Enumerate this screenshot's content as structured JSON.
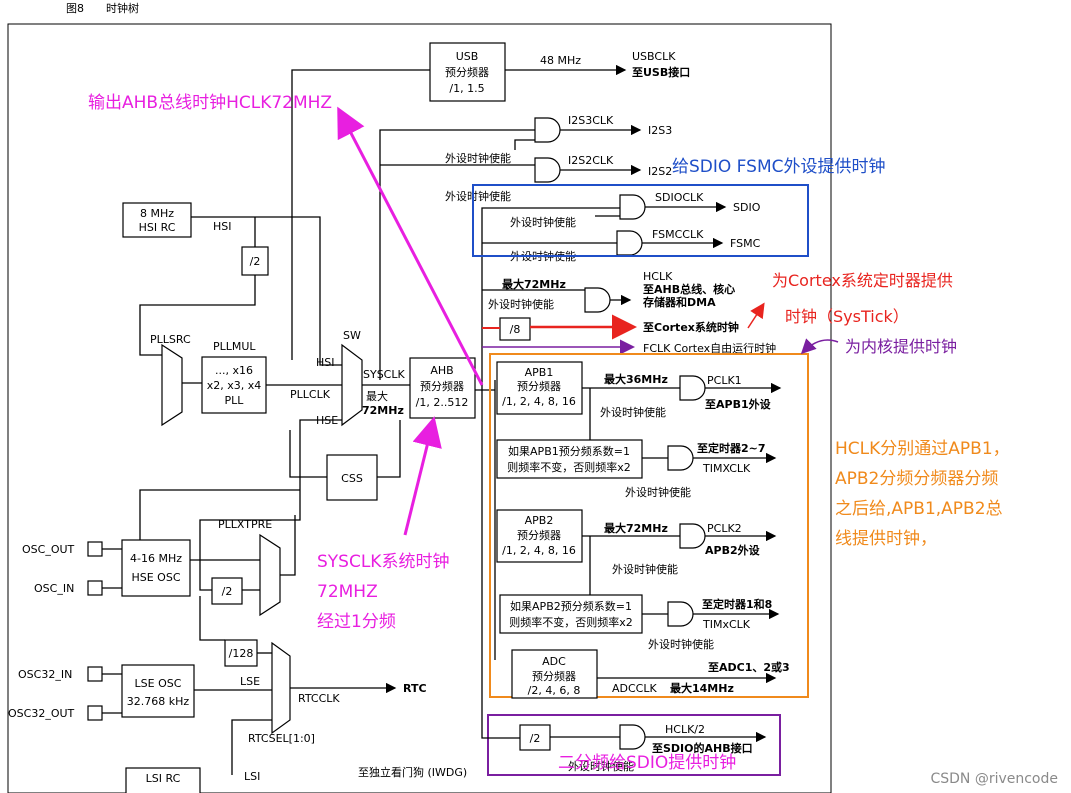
{
  "figure_caption": "图8　　时钟树",
  "watermark": "CSDN @rivencode",
  "blocks": {
    "usb": {
      "title": "USB",
      "line1": "预分频器",
      "line2": "/1, 1.5"
    },
    "hsi": {
      "line1": "8 MHz",
      "line2": "HSI RC"
    },
    "div2_hsi": "/2",
    "pllsrc": "PLLSRC",
    "pllmul": {
      "title": "PLLMUL",
      "line1": "..., x16",
      "line2": "x2, x3, x4",
      "line3": "PLL"
    },
    "sw": "SW",
    "ahb": {
      "title": "AHB",
      "line1": "预分频器",
      "line2": "/1, 2..512"
    },
    "css": "CSS",
    "pllxtpre": "PLLXTPRE",
    "hse": {
      "line1": "4-16 MHz",
      "line2": "HSE OSC"
    },
    "div2_hse": "/2",
    "div128": "/128",
    "lse": {
      "line1": "LSE OSC",
      "line2": "32.768 kHz"
    },
    "lsi": "LSI RC",
    "apb1": {
      "title": "APB1",
      "line1": "预分频器",
      "line2": "/1, 2, 4, 8, 16"
    },
    "tim_apb1": {
      "line1": "如果APB1预分频系数=1",
      "line2": "则频率不变，否则频率x2"
    },
    "apb2": {
      "title": "APB2",
      "line1": "预分频器",
      "line2": "/1, 2, 4, 8, 16"
    },
    "tim_apb2": {
      "line1": "如果APB2预分频系数=1",
      "line2": "则频率不变，否则频率x2"
    },
    "adc": {
      "title": "ADC",
      "line1": "预分频器",
      "line2": "/2, 4, 6, 8"
    },
    "div8": "/8",
    "div2_sdio": "/2"
  },
  "labels": {
    "usb_freq": "48 MHz",
    "usbclk": "USBCLK",
    "to_usb": "至USB接口",
    "i2s3clk": "I2S3CLK",
    "i2s3": "I2S3",
    "i2s2clk": "I2S2CLK",
    "i2s2": "I2S2",
    "periph_en": "外设时钟使能",
    "sdioclk": "SDIOCLK",
    "sdio": "SDIO",
    "fsmcclk": "FSMCCLK",
    "fsmc": "FSMC",
    "max72": "最大72MHz",
    "hclk": "HCLK",
    "hclk_to1": "至AHB总线、核心",
    "hclk_to2": "存储器和DMA",
    "to_cortex": "至Cortex系统时钟",
    "fclk": "FCLK Cortex自由运行时钟",
    "hsi_lbl": "HSI",
    "hse_lbl": "HSE",
    "pllclk": "PLLCLK",
    "sysclk": "SYSCLK",
    "max": "最大",
    "mhz72": "72MHz",
    "max36": "最大36MHz",
    "pclk1": "PCLK1",
    "to_apb1": "至APB1外设",
    "to_tim27": "至定时器2~7",
    "timxclk": "TIMXCLK",
    "pclk2": "PCLK2",
    "to_apb2": "APB2外设",
    "to_tim18": "至定时器1和8",
    "timxclk2": "TIMxCLK",
    "to_adc": "至ADC1、2或3",
    "adcclk": "ADCCLK",
    "max14": "最大14MHz",
    "hclk2": "HCLK/2",
    "to_sdio_ahb": "至SDIO的AHB接口",
    "osc_out": "OSC_OUT",
    "osc_in": "OSC_IN",
    "osc32_in": "OSC32_IN",
    "osc32_out": "OSC32_OUT",
    "lse_lbl": "LSE",
    "rtcclk": "RTCCLK",
    "rtc": "RTC",
    "rtcsel": "RTCSEL[1:0]",
    "lsi_lbl": "LSI",
    "iwdg": "至独立看门狗 (IWDG)",
    "periph_en_cut": "外设时钟使能"
  },
  "annotations": {
    "ahb_out": "输出AHB总线时钟HCLK72MHZ",
    "sdio_fsmc": "给SDIO FSMC外设提供时钟",
    "systick1": "为Cortex系统定时器提供",
    "systick2": "时钟（SysTick）",
    "core_clk": "为内核提供时钟",
    "sysclk1": "SYSCLK系统时钟",
    "sysclk2": "72MHZ",
    "sysclk3": "经过1分频",
    "hclk_split1": "HCLK分别通过APB1，",
    "hclk_split2": "APB2分频分频器分频",
    "hclk_split3": "之后给,APB1,APB2总",
    "hclk_split4": "线提供时钟，",
    "sdio_half": "二分频给SDIO提供时钟"
  },
  "colors": {
    "magenta": "#e81fe0",
    "blue": "#1f4fc8",
    "red": "#e8241f",
    "purple": "#7a1fa0",
    "orange": "#f08a1c"
  }
}
